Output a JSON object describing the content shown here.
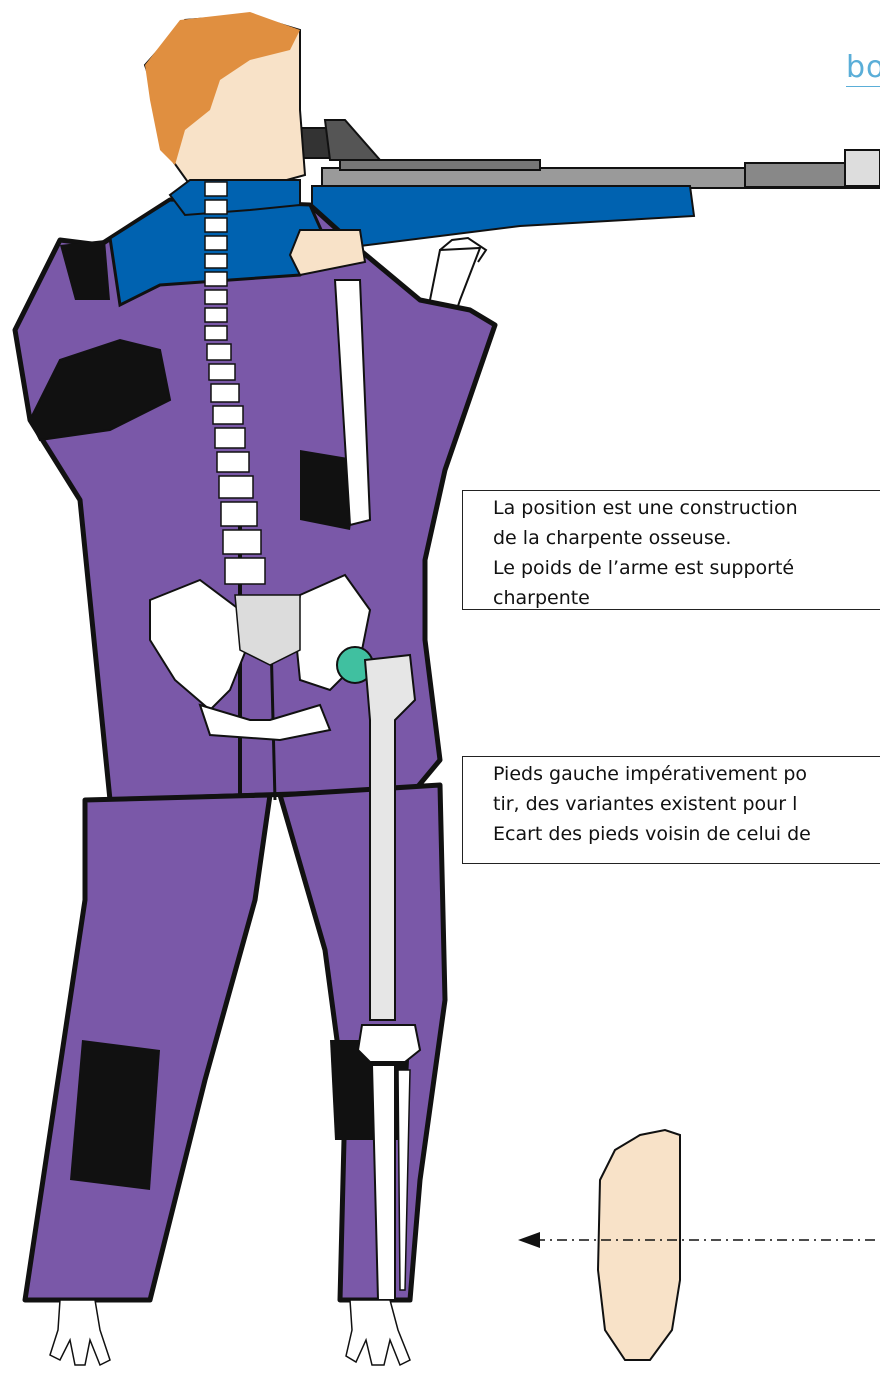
{
  "brand": {
    "text": "bo"
  },
  "notes": {
    "position": {
      "line1": "La position est une construction",
      "line2": "de la charpente osseuse.",
      "line3": "Le poids de l’arme est supporté",
      "line4": "charpente"
    },
    "feet": {
      "line1": "Pieds gauche impérativement po",
      "line2": "tir, des variantes existent pour l",
      "line3": "Ecart des pieds voisin de celui de"
    }
  },
  "colors": {
    "jacket": "#7a58a8",
    "collar_and_stock": "#0062b0",
    "hair": "#e08f40",
    "skin": "#f8e2c8",
    "pads": "#111111",
    "cartilage": "#40c0a0",
    "bone": "#ffffff"
  },
  "icons": [
    "foot-icon",
    "direction-arrow-icon"
  ]
}
